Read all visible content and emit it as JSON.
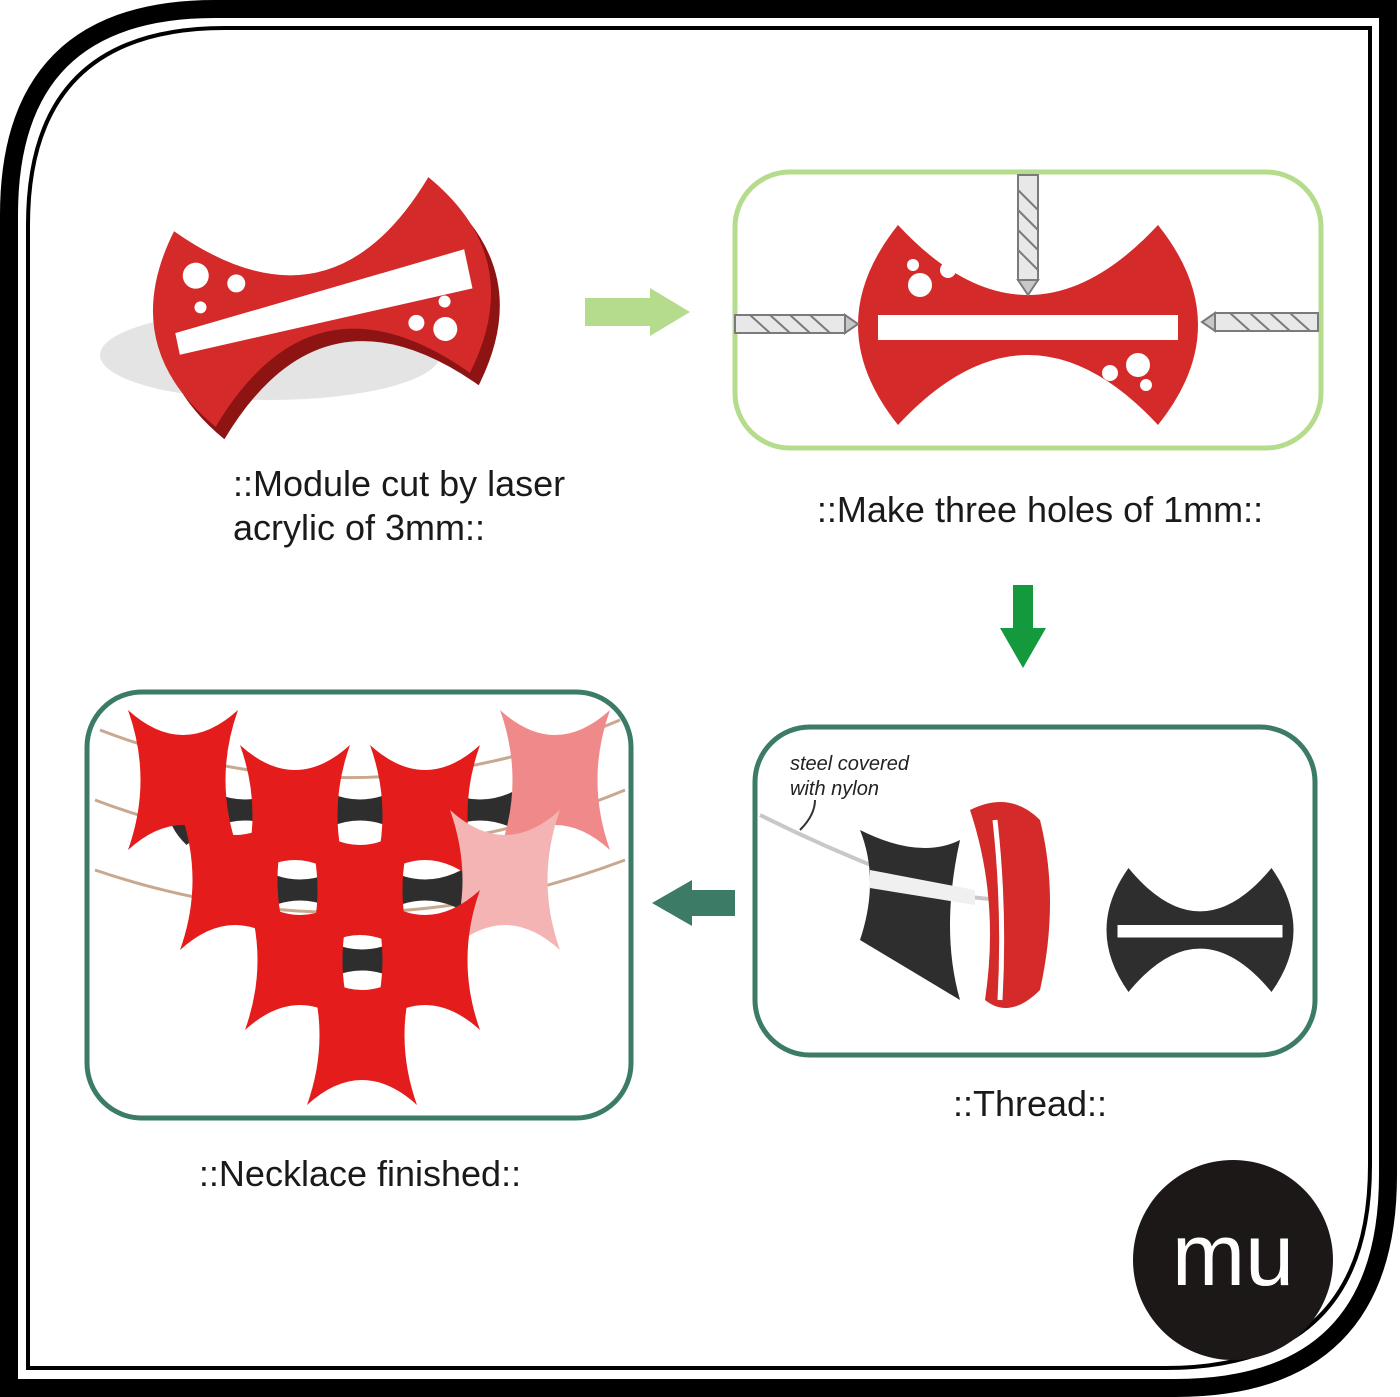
{
  "steps": {
    "module": {
      "caption_line1": "::Module cut by laser",
      "caption_line2": "acrylic of 3mm::"
    },
    "holes": {
      "caption": "::Make three holes of 1mm::"
    },
    "thread": {
      "caption": "::Thread::",
      "note_line1": "steel covered",
      "note_line2": "with nylon"
    },
    "necklace": {
      "caption": "::Necklace finished::"
    }
  },
  "logo": {
    "text": "mu"
  },
  "colors": {
    "frame": "#000000",
    "module_red": "#d42a2a",
    "module_black": "#2e2e2e",
    "light_green": "#b5dc8c",
    "green_arrow": "#149a3c",
    "teal": "#3c7b66",
    "logo_bg": "#1d1818"
  },
  "icons": [
    "light-green-arrow-right-icon",
    "green-arrow-down-icon",
    "teal-arrow-left-icon",
    "drill-bit-icon"
  ]
}
